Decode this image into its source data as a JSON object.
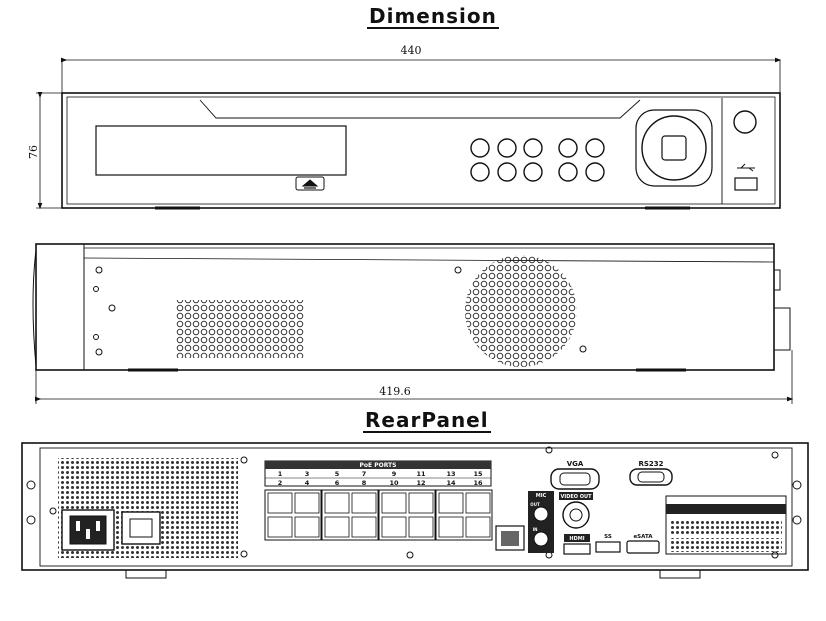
{
  "titles": {
    "dimension": "Dimension",
    "rear_panel": "RearPanel"
  },
  "dimensions": {
    "width": "440",
    "height": "76",
    "depth": "419.6"
  },
  "rear_labels": {
    "poe_ports": "PoE PORTS",
    "poe_top_numbers": [
      "1",
      "3",
      "5",
      "7",
      "9",
      "11",
      "13",
      "15"
    ],
    "poe_bottom_numbers": [
      "2",
      "4",
      "6",
      "8",
      "10",
      "12",
      "14",
      "16"
    ],
    "vga": "VGA",
    "rs232": "RS232",
    "mic": "MIC",
    "out": "OUT",
    "in": "IN",
    "video_out": "VIDEO OUT",
    "hdmi": "HDMI",
    "usb": "SS",
    "esata": "eSATA"
  }
}
